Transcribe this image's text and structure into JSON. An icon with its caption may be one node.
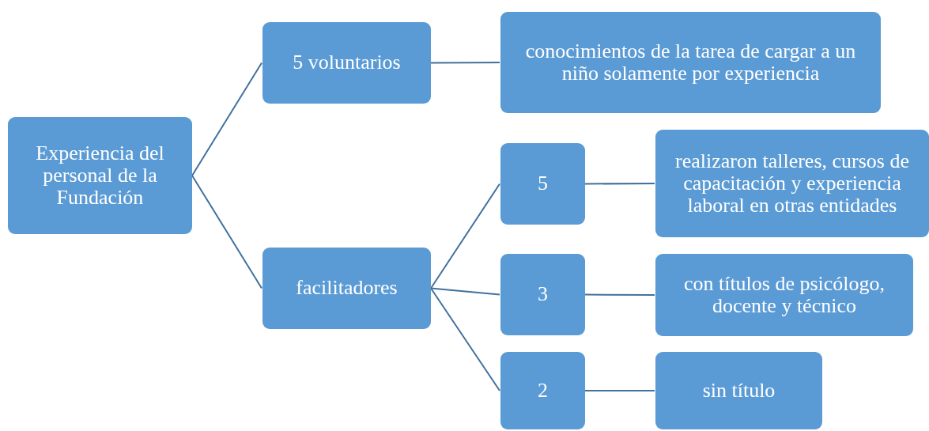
{
  "diagram": {
    "nodes": [
      {
        "text": [
          "Experiencia del personal de la Fundación"
        ]
      },
      {
        "text": [
          "5 voluntarios"
        ]
      },
      {
        "text": [
          "conocimientos de la tarea de cargar a un niño solamente por experiencia"
        ]
      },
      {
        "text": [
          "facilitadores"
        ]
      },
      {
        "text": [
          "5"
        ]
      },
      {
        "text": [
          "realizaron talleres, cursos de capacitación y experiencia laboral en otras entidades"
        ]
      },
      {
        "text": [
          "3"
        ]
      },
      {
        "text": [
          "con títulos de psicólogo, docente y técnico"
        ]
      },
      {
        "text": [
          "2"
        ]
      },
      {
        "text": [
          "sin título"
        ]
      }
    ],
    "edges": [
      {
        "from": 0,
        "to": 1,
        "arrow": "none"
      },
      {
        "from": 0,
        "to": 3,
        "arrow": "none"
      },
      {
        "from": 1,
        "to": 2,
        "arrow": "none"
      },
      {
        "from": 3,
        "to": 4,
        "arrow": "none"
      },
      {
        "from": 3,
        "to": 6,
        "arrow": "none"
      },
      {
        "from": 3,
        "to": 8,
        "arrow": "none"
      },
      {
        "from": 4,
        "to": 5,
        "arrow": "none"
      },
      {
        "from": 6,
        "to": 7,
        "arrow": "none"
      },
      {
        "from": 8,
        "to": 9,
        "arrow": "none"
      }
    ]
  }
}
